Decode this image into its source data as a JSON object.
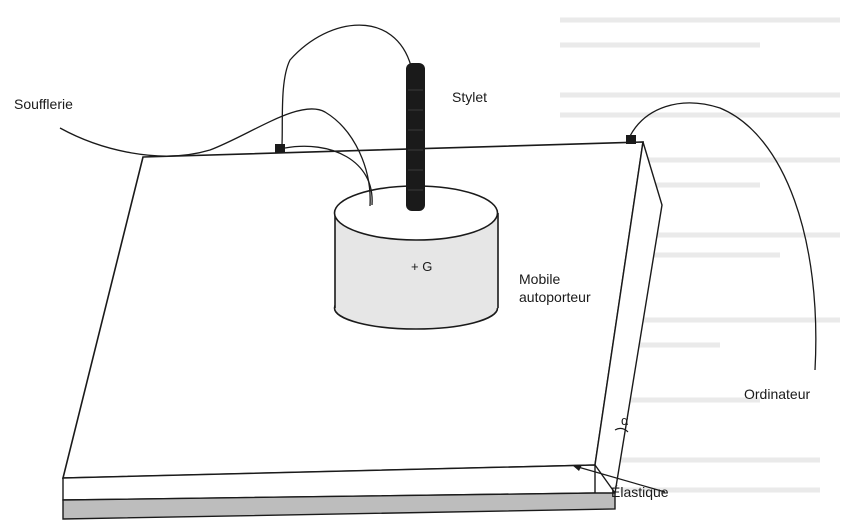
{
  "labels": {
    "soufflerie": "Soufflerie",
    "stylet": "Stylet",
    "g_mark": "+ G",
    "mobile_line1": "Mobile",
    "mobile_line2": "autoporteur",
    "ordinateur": "Ordinateur",
    "alpha": "α",
    "elastique": "Élastique"
  },
  "colors": {
    "ink": "#1a1a1a",
    "cylinder_fill": "#e6e6e6",
    "front_edge_fill": "#bdbdbd",
    "ghost_text": "#cfcfcf"
  }
}
